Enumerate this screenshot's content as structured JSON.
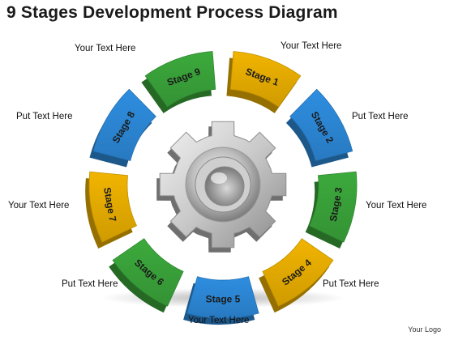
{
  "title": "9 Stages Development Process Diagram",
  "stages": [
    {
      "label": "Stage 1",
      "color": "#f1b400"
    },
    {
      "label": "Stage 2",
      "color": "#2e8ee0"
    },
    {
      "label": "Stage 3",
      "color": "#3caa3c"
    },
    {
      "label": "Stage 4",
      "color": "#f1b400"
    },
    {
      "label": "Stage 5",
      "color": "#2e8ee0"
    },
    {
      "label": "Stage 6",
      "color": "#3caa3c"
    },
    {
      "label": "Stage 7",
      "color": "#f1b400"
    },
    {
      "label": "Stage 8",
      "color": "#2e8ee0"
    },
    {
      "label": "Stage 9",
      "color": "#3caa3c"
    }
  ],
  "callouts": [
    "Your Text Here",
    "Put Text Here",
    "Your Text Here",
    "Put Text Here",
    "Your Text Here",
    "Put Text Here",
    "Your Text Here",
    "Put Text Here",
    "Your Text Here"
  ],
  "center_icon": "gear-icon",
  "logo": "Your Logo"
}
